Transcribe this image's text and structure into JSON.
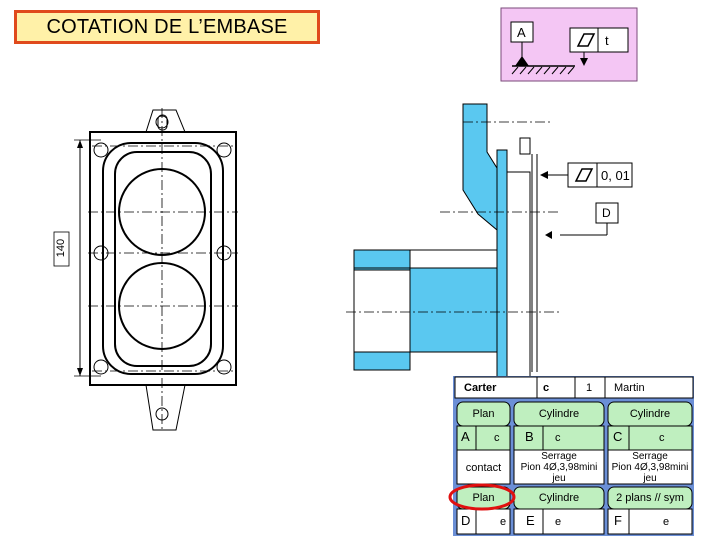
{
  "title": "COTATION DE L’EMBASE",
  "callout": {
    "datum_letter": "A",
    "tolerance_symbol": "flatness-icon",
    "tolerance_value": "t"
  },
  "drawing": {
    "dimension_140": "140",
    "flatness_value": "0, 01",
    "datum_D": "D"
  },
  "table": {
    "header": {
      "part": "Carter",
      "letter": "c",
      "qty": "1",
      "author": "Martin"
    },
    "columns": [
      {
        "surface_type": "Plan",
        "letter": "A",
        "quality": "c",
        "link": "contact",
        "bottom_type": "Plan",
        "bottom_letter": "D",
        "bottom_quality": "e"
      },
      {
        "surface_type": "Cylindre",
        "letter": "B",
        "quality": "c",
        "link_line1": "Serrage",
        "link_line2": "Pion 4Ø,3,98mini",
        "link_line3": "jeu",
        "bottom_type": "Cylindre",
        "bottom_letter": "E",
        "bottom_quality": "e"
      },
      {
        "surface_type": "Cylindre",
        "letter": "C",
        "quality": "c",
        "link_line1": "Serrage",
        "link_line2": "Pion 4Ø,3,98mini",
        "link_line3": "jeu",
        "bottom_type": "2 plans // sym",
        "bottom_letter": "F",
        "bottom_quality": "e"
      }
    ]
  },
  "colors": {
    "title_border": "#e04a1c",
    "title_fill": "#fff1a8",
    "callout_fill": "#f4c6f4",
    "part_blue": "#5ac8f0",
    "table_blue": "#6b8fd6",
    "table_green": "#bfefbf",
    "highlight_red": "#e01010"
  }
}
